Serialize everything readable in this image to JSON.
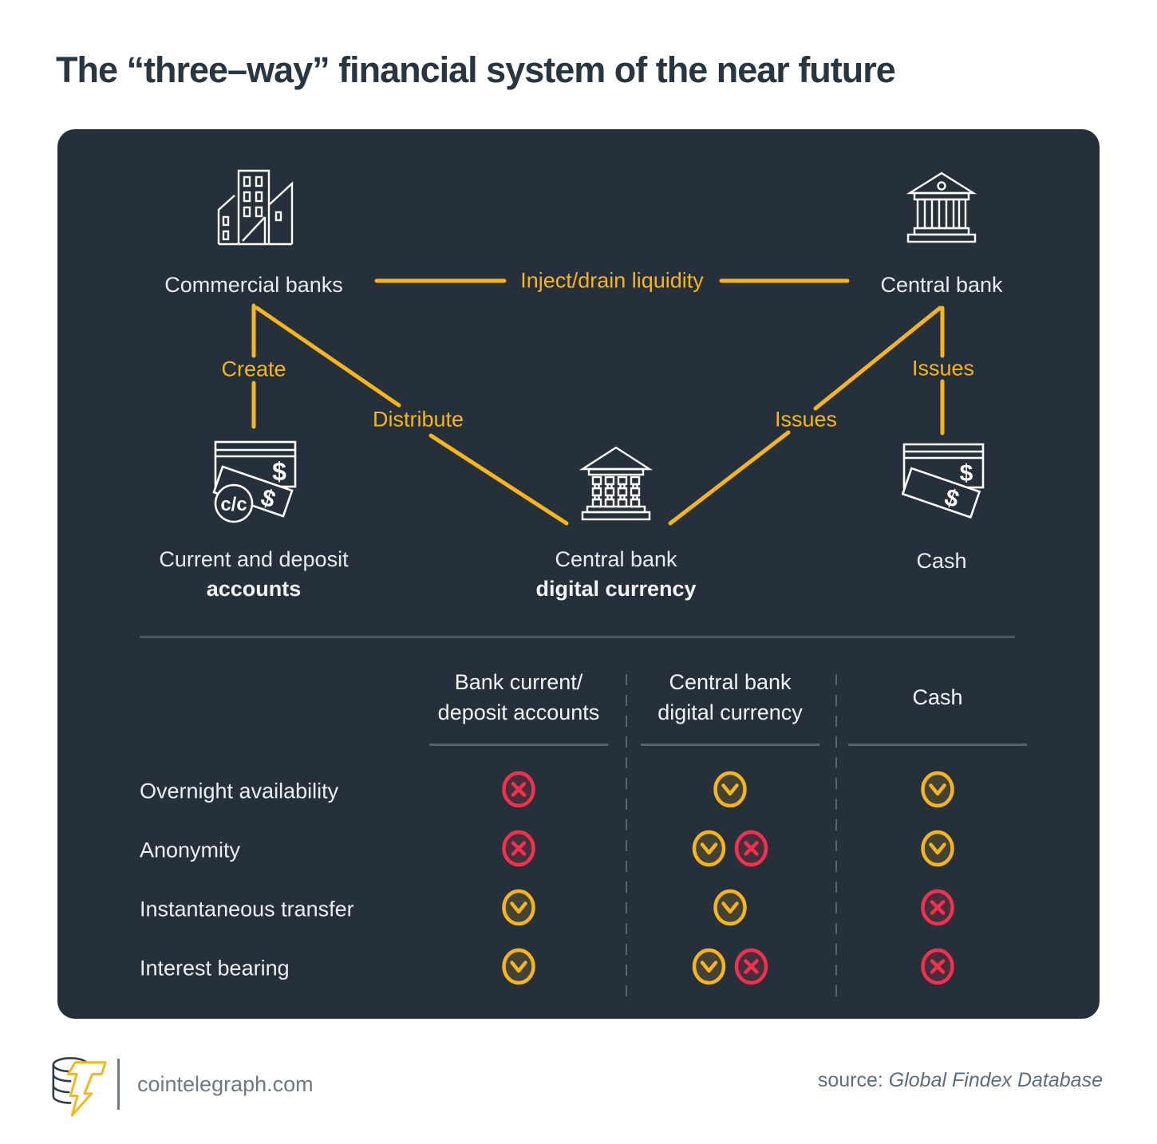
{
  "title": "The “three–way” financial system of the near future",
  "colors": {
    "panel_bg": "#26303A",
    "accent_yellow": "#F6B51E",
    "negative_red": "#F5304E",
    "icon_stroke": "#FFFFFF"
  },
  "glyphs": {
    "dollar": "$",
    "cc": "c/c"
  },
  "diagram": {
    "nodes": {
      "commercial_banks": "Commercial banks",
      "central_bank": "Central bank",
      "accounts_line1": "Current and deposit",
      "accounts_line2": "accounts",
      "cbdc_line1": "Central bank",
      "cbdc_line2": "digital currency",
      "cash": "Cash"
    },
    "edges": {
      "inject": "Inject/drain liquidity",
      "create": "Create",
      "distribute": "Distribute",
      "issues_cbdc": "Issues",
      "issues_cash": "Issues"
    }
  },
  "table": {
    "headers": [
      {
        "line1": "Bank current/",
        "line2": "deposit accounts"
      },
      {
        "line1": "Central bank",
        "line2": "digital currency"
      },
      {
        "line1": "Cash",
        "line2": ""
      }
    ],
    "rows": [
      {
        "label": "Overnight availability",
        "cells": [
          [
            "cross"
          ],
          [
            "check"
          ],
          [
            "check"
          ]
        ]
      },
      {
        "label": "Anonymity",
        "cells": [
          [
            "cross"
          ],
          [
            "check",
            "cross"
          ],
          [
            "check"
          ]
        ]
      },
      {
        "label": "Instantaneous transfer",
        "cells": [
          [
            "check"
          ],
          [
            "check"
          ],
          [
            "cross"
          ]
        ]
      },
      {
        "label": "Interest bearing",
        "cells": [
          [
            "check"
          ],
          [
            "check",
            "cross"
          ],
          [
            "cross"
          ]
        ]
      }
    ]
  },
  "footer": {
    "site": "cointelegraph.com",
    "source_label": "source:",
    "source_name": "Global Findex Database"
  }
}
